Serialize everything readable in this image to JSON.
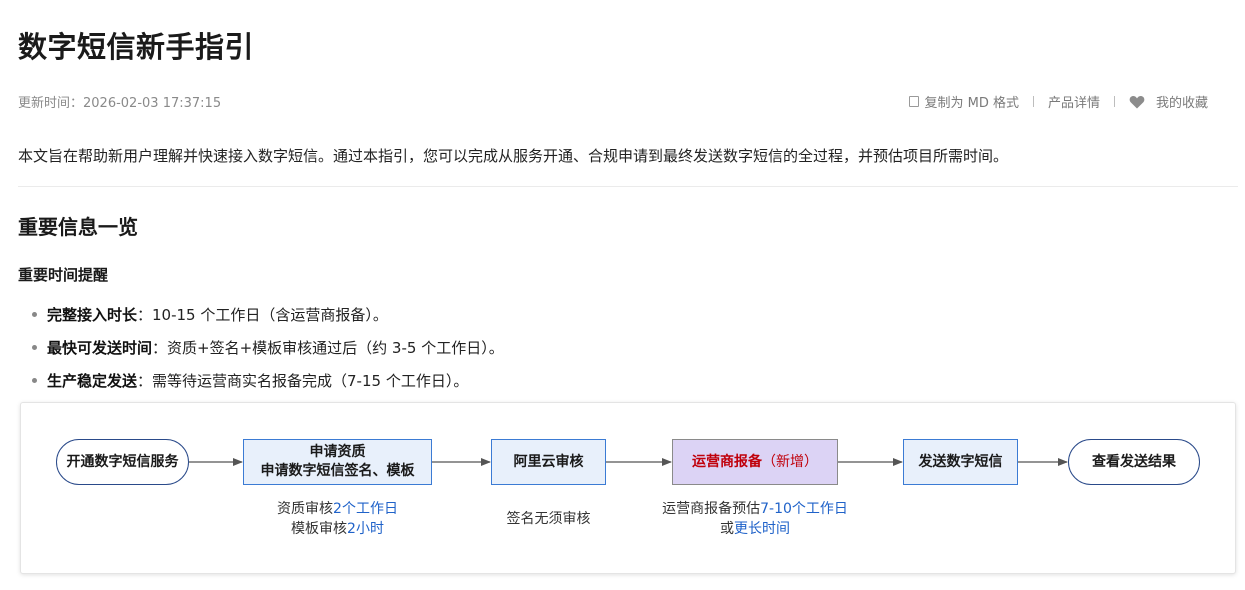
{
  "title": "数字短信新手指引",
  "meta": {
    "update_label": "更新时间：",
    "update_time": "2026-02-03 17:37:15",
    "copy_md": "复制为 MD 格式",
    "product_detail": "产品详情",
    "favorites": "我的收藏"
  },
  "intro": "本文旨在帮助新用户理解并快速接入数字短信。通过本指引，您可以完成从服务开通、合规申请到最终发送数字短信的全过程，并预估项目所需时间。",
  "section_title": "重要信息一览",
  "subsection_title": "重要时间提醒",
  "bullets": [
    {
      "label": "完整接入时长",
      "text": "：10-15 个工作日（含运营商报备）。"
    },
    {
      "label": "最快可发送时间",
      "text": "：资质+签名+模板审核通过后（约 3-5 个工作日）。"
    },
    {
      "label": "生产稳定发送",
      "text": "：需等待运营商实名报备完成（7-15 个工作日）。"
    }
  ],
  "flow": {
    "step1": "开通数字短信服务",
    "step2_line1": "申请资质",
    "step2_line2": "申请数字短信签名、模板",
    "step3": "阿里云审核",
    "step4_main": "运营商报备",
    "step4_extra": "（新增）",
    "step5": "发送数字短信",
    "step6": "查看发送结果",
    "note2": {
      "a_prefix": "资质审核",
      "a_value": "2个工作日",
      "b_prefix": "模板审核",
      "b_value": "2小时"
    },
    "note3": "签名无须审核",
    "note4": {
      "a_prefix": "运营商报备预估",
      "a_value": "7-10个工作日",
      "b_prefix": "或",
      "b_value": "更长时间"
    }
  },
  "colors": {
    "link_blue": "#1f62c9",
    "highlight_red": "#c0000b",
    "box_blue_fill": "#e8f0fb",
    "box_purple_fill": "#dcd3f5"
  },
  "icons": [
    "copy-icon",
    "heart-icon",
    "arrow-right-icon"
  ]
}
